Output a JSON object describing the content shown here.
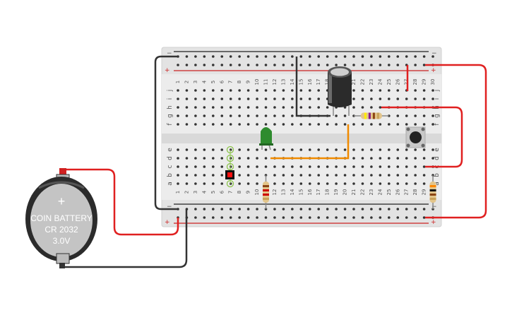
{
  "breadboard": {
    "columns": 30,
    "top_rows": [
      "j",
      "i",
      "h",
      "g",
      "f"
    ],
    "bottom_rows": [
      "e",
      "d",
      "c",
      "b",
      "a"
    ],
    "rail_labels": {
      "minus": "−",
      "plus": "+"
    },
    "colors": {
      "board": "#e6e6e6",
      "hole": "#333333",
      "rail_red": "#cc2222",
      "rail_black": "#222222"
    }
  },
  "battery": {
    "label_line1": "COIN BATTERY",
    "label_line2": "CR 2032",
    "label_line3": "3.0V",
    "plus_symbol": "+"
  },
  "components": {
    "led": {
      "color": "#2e8b2e",
      "name": "Green LED"
    },
    "capacitor": {
      "name": "Electrolytic capacitor"
    },
    "pushbutton": {
      "name": "Pushbutton"
    },
    "resistors": [
      {
        "name": "Resistor R1",
        "bands": [
          "#ffee00",
          "#8a1a8a",
          "#8b4513",
          "#c9a25a"
        ]
      },
      {
        "name": "Resistor R2",
        "bands": [
          "#8b4513",
          "#cc0000",
          "#cc0000",
          "#c9a25a"
        ]
      },
      {
        "name": "Resistor R3",
        "bands": [
          "#ff8800",
          "#111111",
          "#8b4513",
          "#c9a25a"
        ]
      }
    ]
  },
  "wires": {
    "red": "#e02020",
    "black": "#333333",
    "orange": "#f08a00"
  }
}
